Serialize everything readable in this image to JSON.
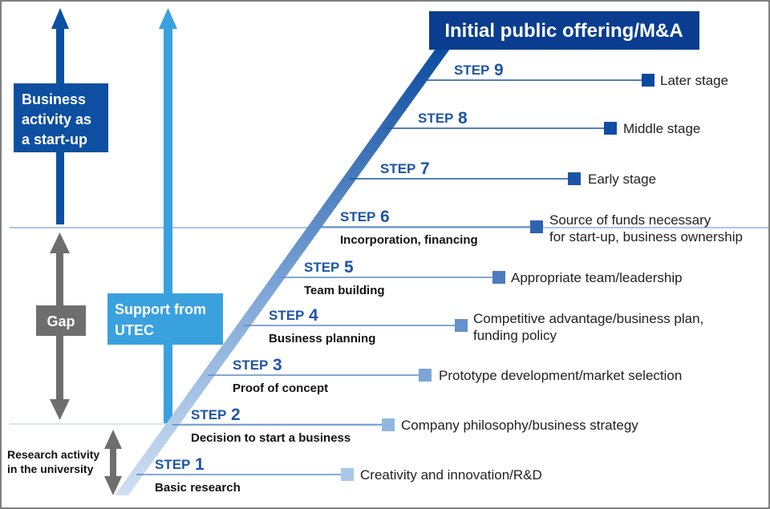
{
  "colors": {
    "dark_blue": "#0d4fa0",
    "navy": "#0a3d8f",
    "light_blue": "#3aa1df",
    "gray": "#6e6e6e",
    "step_text": "#1f55a5"
  },
  "title": "Initial public offering/M&A",
  "business_activity_label": [
    "Business",
    "activity as",
    "a start-up"
  ],
  "support_label": [
    "Support from",
    "UTEC"
  ],
  "gap_label": "Gap",
  "research_label": [
    "Research activity",
    "in the university"
  ],
  "steps": [
    {
      "word": "STEP",
      "num": "1",
      "subtitle": "Basic research",
      "outcome": [
        "Creativity and innovation/R&D"
      ],
      "marker_color": "#a9c8e8"
    },
    {
      "word": "STEP",
      "num": "2",
      "subtitle": "Decision to start a business",
      "outcome": [
        "Company philosophy/business strategy"
      ],
      "marker_color": "#93b7df"
    },
    {
      "word": "STEP",
      "num": "3",
      "subtitle": "Proof of concept",
      "outcome": [
        "Prototype development/market selection"
      ],
      "marker_color": "#7ca5d6"
    },
    {
      "word": "STEP",
      "num": "4",
      "subtitle": "Business planning",
      "outcome": [
        "Competitive advantage/business plan,",
        "funding policy"
      ],
      "marker_color": "#6591cc"
    },
    {
      "word": "STEP",
      "num": "5",
      "subtitle": "Team building",
      "outcome": [
        "Appropriate team/leadership"
      ],
      "marker_color": "#4c7bbf"
    },
    {
      "word": "STEP",
      "num": "6",
      "subtitle": "Incorporation, financing",
      "outcome": [
        "Source of funds necessary",
        "for start-up, business ownership"
      ],
      "marker_color": "#2e63b0"
    },
    {
      "word": "STEP",
      "num": "7",
      "subtitle": "",
      "outcome": [
        "Early stage"
      ],
      "marker_color": "#1a55a8"
    },
    {
      "word": "STEP",
      "num": "8",
      "subtitle": "",
      "outcome": [
        "Middle stage"
      ],
      "marker_color": "#0f4ea2"
    },
    {
      "word": "STEP",
      "num": "9",
      "subtitle": "",
      "outcome": [
        "Later stage"
      ],
      "marker_color": "#0a4a9e"
    }
  ]
}
